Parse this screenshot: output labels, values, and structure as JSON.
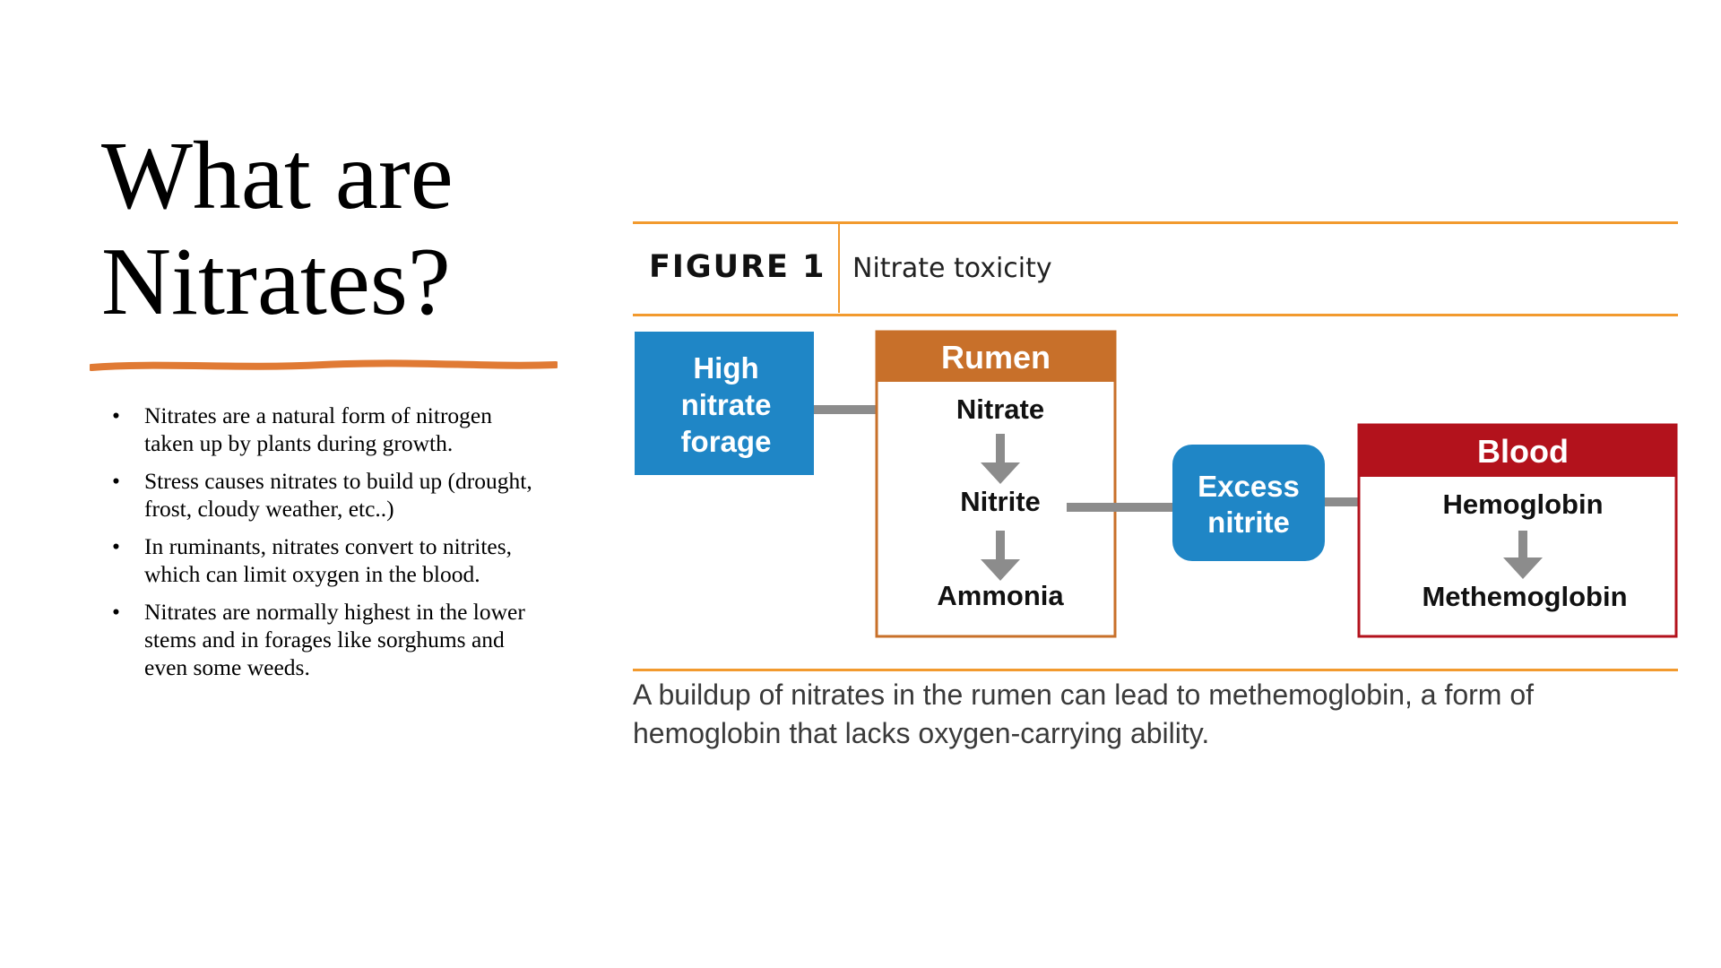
{
  "slide": {
    "title_line1": "What are",
    "title_line2": "Nitrates?",
    "accent_color": "#e07a34",
    "bullets": [
      "Nitrates are a natural form of nitrogen taken up by plants during growth.",
      "Stress causes nitrates to build up (drought, frost, cloudy weather, etc..)",
      "In ruminants, nitrates convert to nitrites, which can limit oxygen in the blood.",
      "Nitrates are normally highest in the lower stems and in forages like sorghums and even some weeds."
    ],
    "bullet_marker": "•"
  },
  "figure": {
    "label": "FIGURE 1",
    "subtitle": "Nitrate toxicity",
    "rule_color": "#f29a2e",
    "forage": {
      "line1": "High",
      "line2": "nitrate",
      "line3": "forage",
      "color": "#1f86c6"
    },
    "rumen": {
      "header": "Rumen",
      "color": "#c8702a",
      "items": [
        "Nitrate",
        "Nitrite",
        "Ammonia"
      ]
    },
    "excess": {
      "line1": "Excess",
      "line2": "nitrite",
      "color": "#1f86c6"
    },
    "blood": {
      "header": "Blood",
      "color": "#b3121c",
      "items": [
        "Hemoglobin",
        "Methemoglobin"
      ]
    },
    "arrow_color": "#8c8c8c",
    "caption": "A buildup of nitrates in the rumen can lead to methemoglobin, a form of hemoglobin that lacks oxygen-carrying ability."
  }
}
